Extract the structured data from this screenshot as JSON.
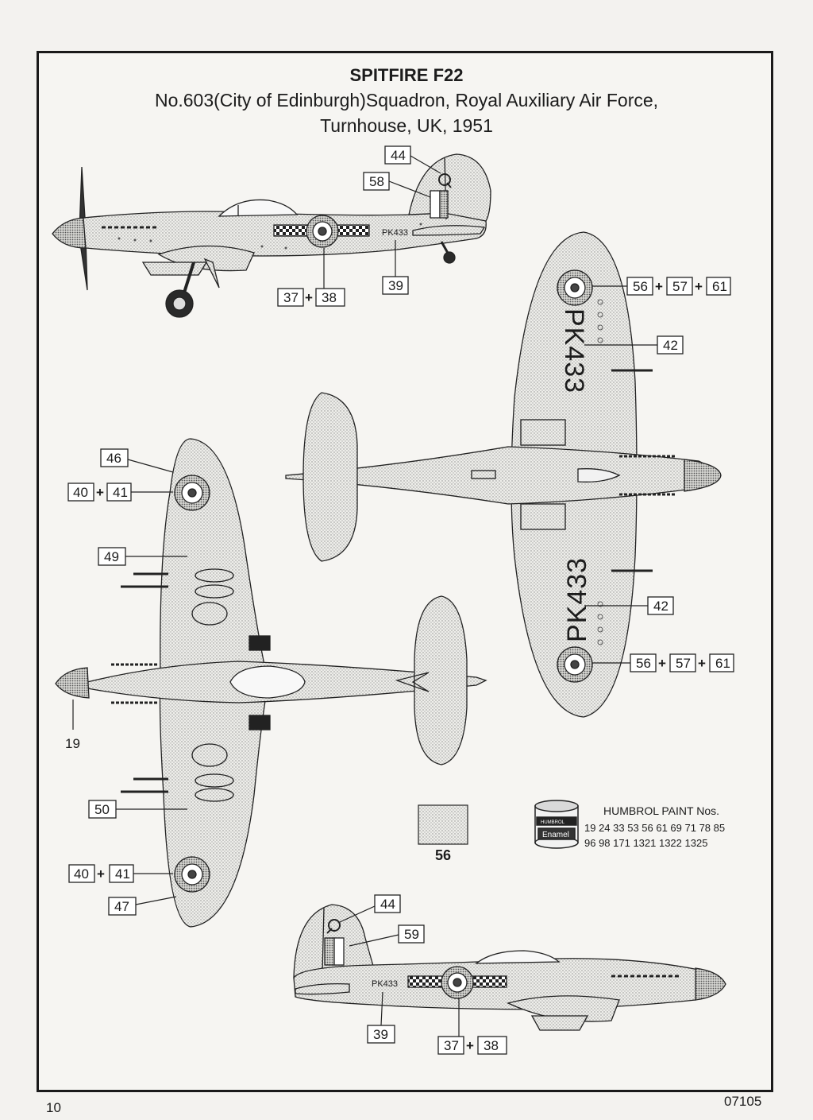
{
  "header": {
    "title": "SPITFIRE F22",
    "subtitle_line1": "No.603(City of Edinburgh)Squadron, Royal Auxiliary Air Force,",
    "subtitle_line2": "Turnhouse, UK, 1951"
  },
  "aircraft": {
    "serial": "PK433",
    "code_letter": "Q"
  },
  "callouts": {
    "c44": "44",
    "c58": "58",
    "c59": "59",
    "c39": "39",
    "c37": "37",
    "c38": "38",
    "c56": "56",
    "c57": "57",
    "c61": "61",
    "c42": "42",
    "c46": "46",
    "c40": "40",
    "c41": "41",
    "c49": "49",
    "c50": "50",
    "c47": "47",
    "c19": "19",
    "plus": "+"
  },
  "paint": {
    "title": "HUMBROL PAINT Nos.",
    "numbers_line1": "19 24 33 53 56 61 69 71 78 85",
    "numbers_line2": "96 98 171 1321 1322 1325",
    "tin_brand": "HUMBROL",
    "tin_label": "Enamel",
    "swatch_number": "56"
  },
  "footer": {
    "page_number": "10",
    "code": "07105"
  }
}
